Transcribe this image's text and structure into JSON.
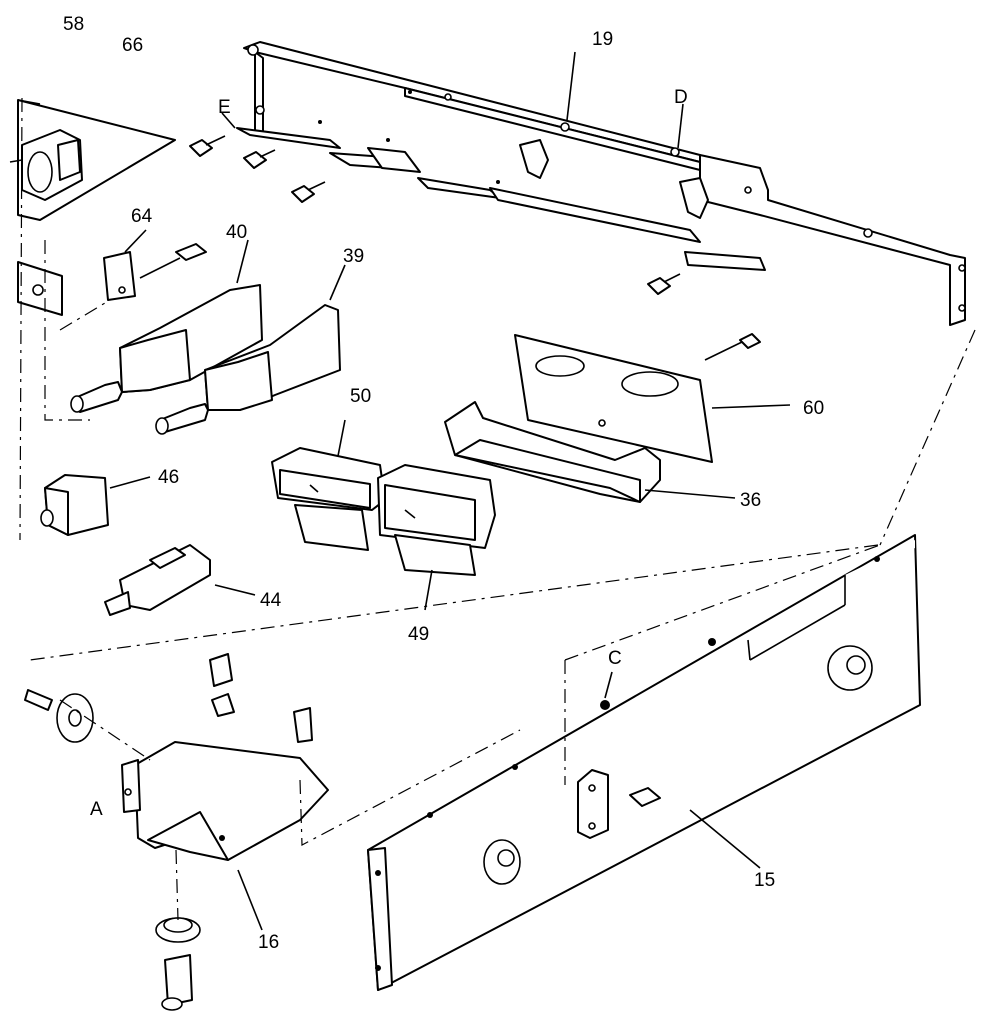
{
  "labels": {
    "p58": "58",
    "p66": "66",
    "pE": "E",
    "p19": "19",
    "pD": "D",
    "p64": "64",
    "p40": "40",
    "p39": "39",
    "p50": "50",
    "p60": "60",
    "p46": "46",
    "p36": "36",
    "p44": "44",
    "p49": "49",
    "pC": "C",
    "pA": "A",
    "p15": "15",
    "p16": "16"
  }
}
